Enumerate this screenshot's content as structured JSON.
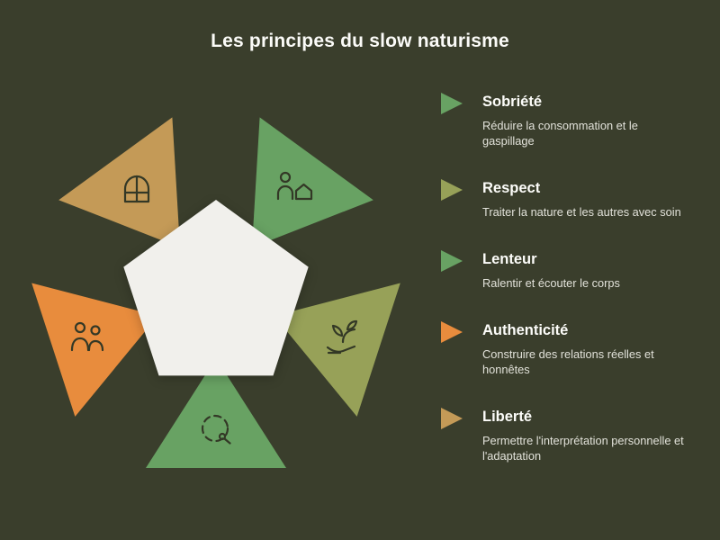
{
  "title": "Les principes du slow naturisme",
  "colors": {
    "background": "#3a3e2c",
    "pentagon": "#f1f0ec",
    "icon_stroke": "#333826",
    "title_text": "#fbfbf8",
    "description_text": "#e2e2da"
  },
  "principles": [
    {
      "name": "Sobriété",
      "description": "Réduire la consommation et le gaspillage",
      "color": "#68a263",
      "icon": "person-house-icon",
      "diagram_position": "top-right"
    },
    {
      "name": "Respect",
      "description": "Traiter la nature et les autres avec soin",
      "color": "#97a158",
      "icon": "hand-plant-icon",
      "diagram_position": "right"
    },
    {
      "name": "Lenteur",
      "description": "Ralentir et écouter le corps",
      "color": "#68a263",
      "icon": "dashed-circle-icon",
      "diagram_position": "bottom"
    },
    {
      "name": "Authenticité",
      "description": "Construire des relations réelles et honnêtes",
      "color": "#e88c3d",
      "icon": "two-people-icon",
      "diagram_position": "left"
    },
    {
      "name": "Liberté",
      "description": "Permettre l'interprétation personnelle et l'adaptation",
      "color": "#c49a57",
      "icon": "arch-window-icon",
      "diagram_position": "top-left"
    }
  ]
}
